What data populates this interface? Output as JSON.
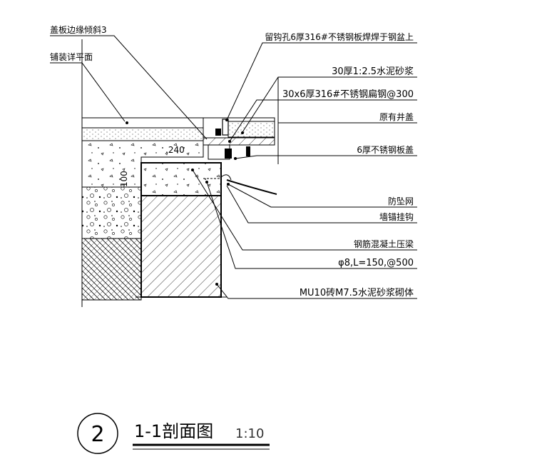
{
  "labels": {
    "cover_edge_slope": "盖板边缘倾斜3",
    "paving_detail": "铺装详平面",
    "hook_hole": "留钩孔6厚316#不锈钢板焊焊于钢盆上",
    "mortar": "30厚1:2.5水泥砂浆",
    "flat_steel": "30x6厚316#不锈钢扁钢@300",
    "existing_cover": "原有井盖",
    "steel_plate_cover": "6厚不锈钢板盖",
    "fall_net": "防坠网",
    "wall_anchor": "墙锚挂钩",
    "rc_beam": "钢筋混凝土压梁",
    "rebar_spec": "φ8,L=150,@500",
    "masonry": "MU10砖M7.5水泥砂浆砌体"
  },
  "dimensions": {
    "d1": ".240",
    "d2": "100"
  },
  "title_block": {
    "number": "2",
    "title": "1-1剖面图",
    "scale": "1:10"
  }
}
